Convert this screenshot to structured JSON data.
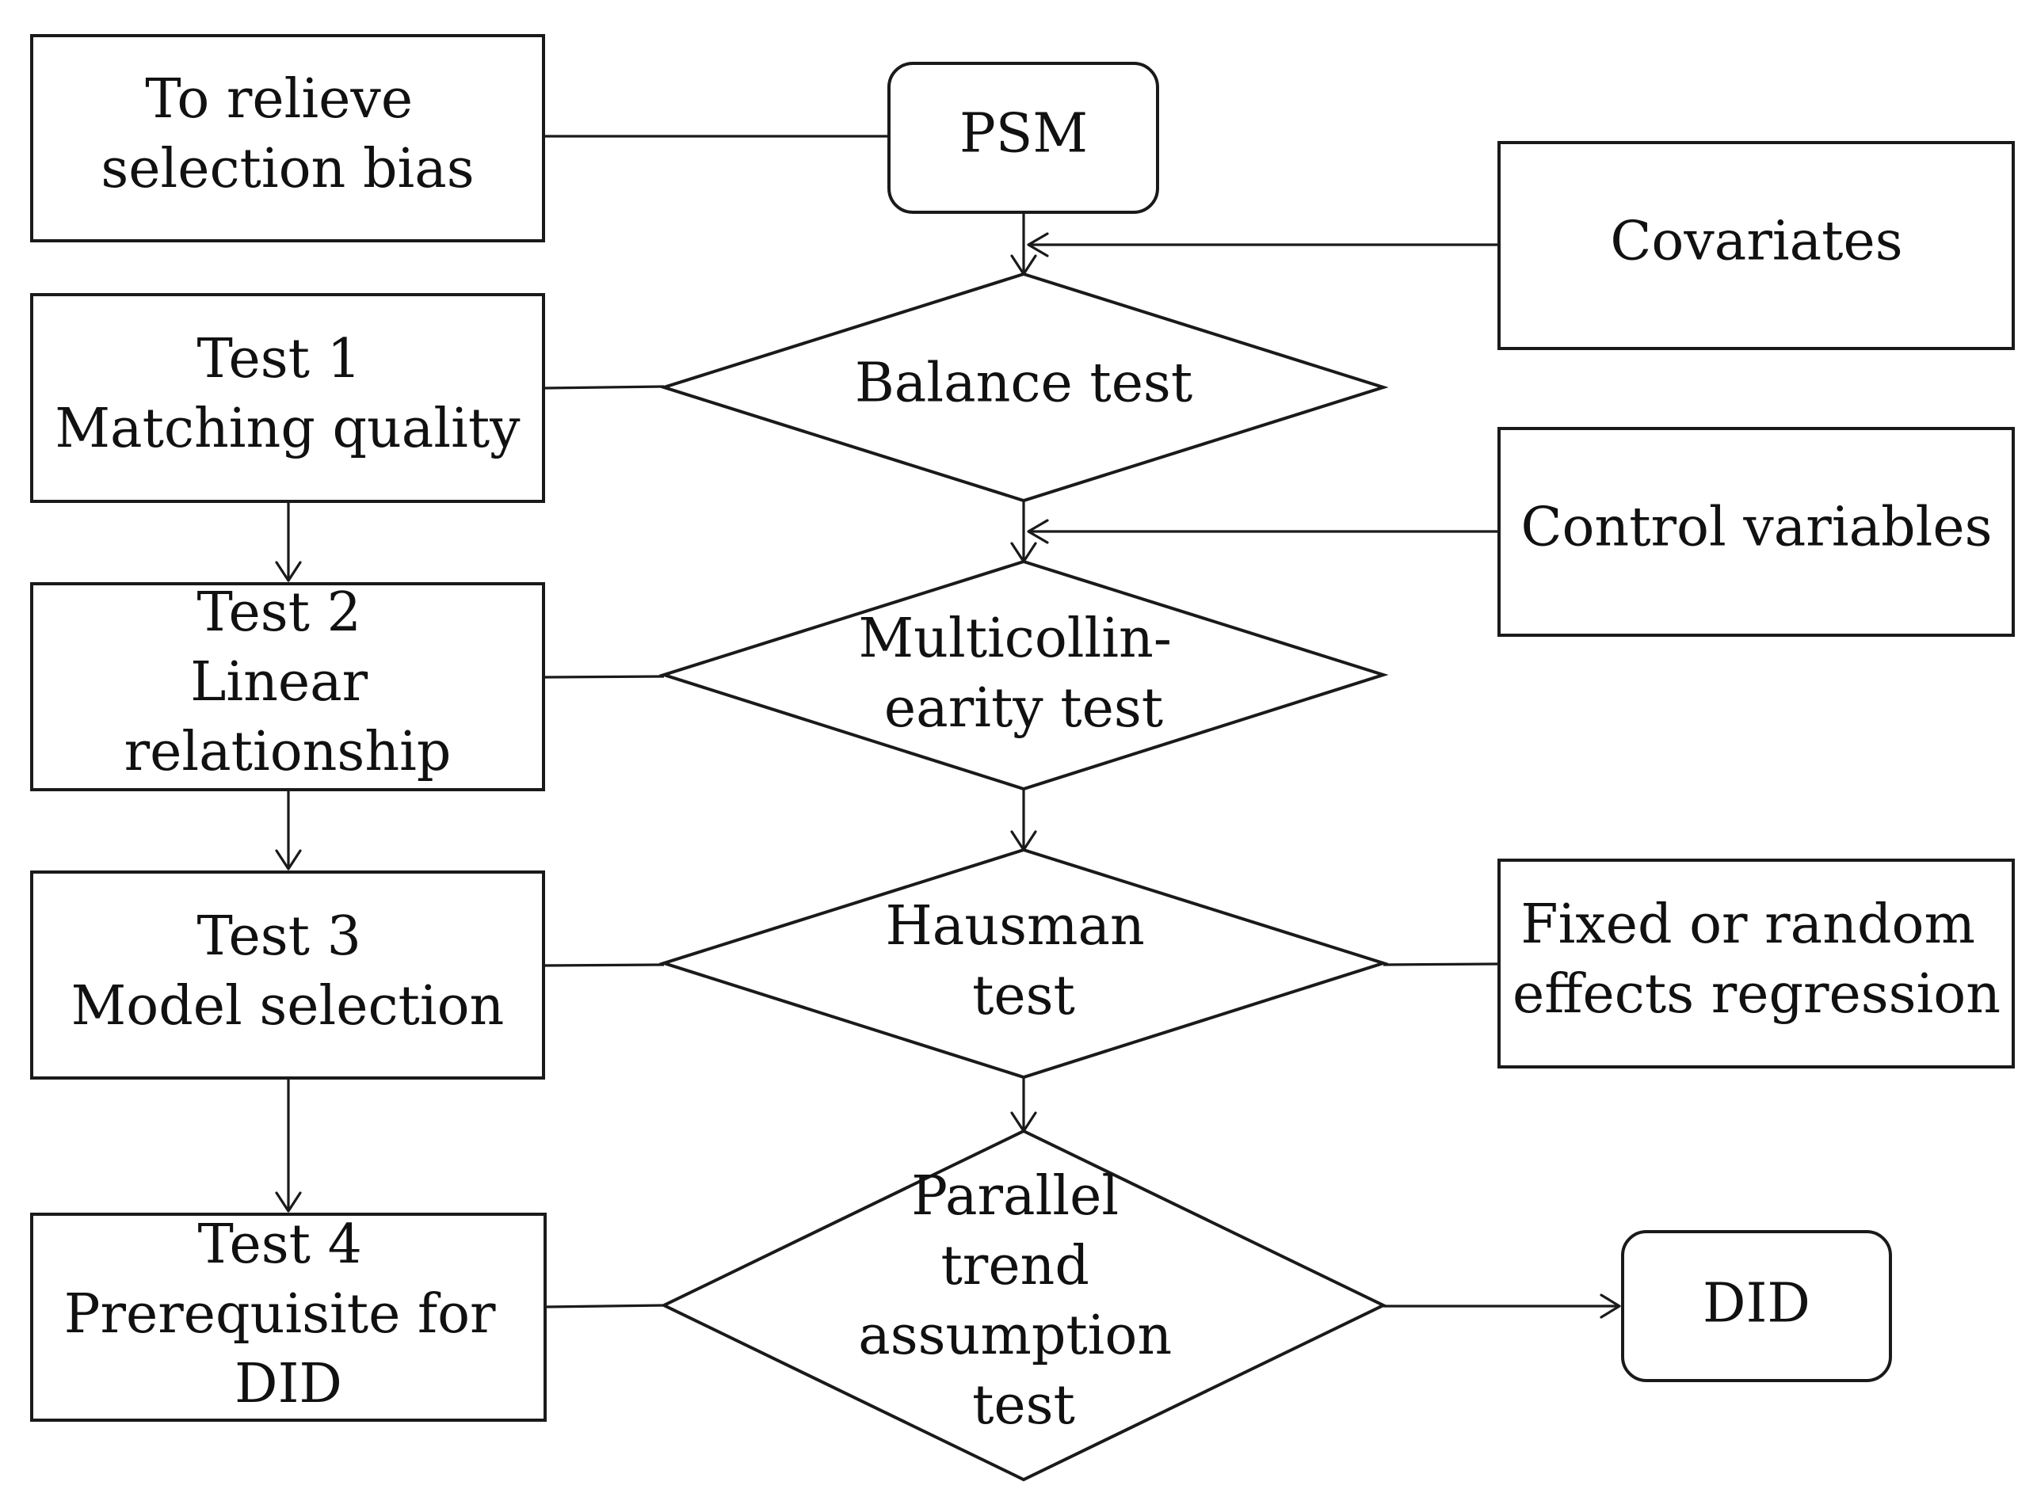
{
  "diagram": {
    "nodes": {
      "relieve_bias": {
        "lines": [
          "To relieve",
          "selection bias"
        ]
      },
      "psm": {
        "lines": [
          "PSM"
        ]
      },
      "covariates": {
        "lines": [
          "Covariates"
        ]
      },
      "test1": {
        "lines": [
          "Test 1",
          "Matching quality"
        ]
      },
      "balance_test": {
        "lines": [
          "Balance test"
        ]
      },
      "control_variables": {
        "lines": [
          "Control variables"
        ]
      },
      "test2": {
        "lines": [
          "Test 2",
          "Linear",
          "relationship"
        ]
      },
      "multicollinearity_test": {
        "lines": [
          "Multicollin-",
          "earity test"
        ]
      },
      "test3": {
        "lines": [
          "Test 3",
          "Model selection"
        ]
      },
      "hausman_test": {
        "lines": [
          "Hausman",
          "test"
        ]
      },
      "fixed_random": {
        "lines": [
          "Fixed or random",
          "effects regression"
        ]
      },
      "test4": {
        "lines": [
          "Test 4",
          "Prerequisite for",
          "DID"
        ]
      },
      "parallel_trend_test": {
        "lines": [
          "Parallel",
          "trend",
          "assumption",
          "test"
        ]
      },
      "did": {
        "lines": [
          "DID"
        ]
      }
    }
  }
}
